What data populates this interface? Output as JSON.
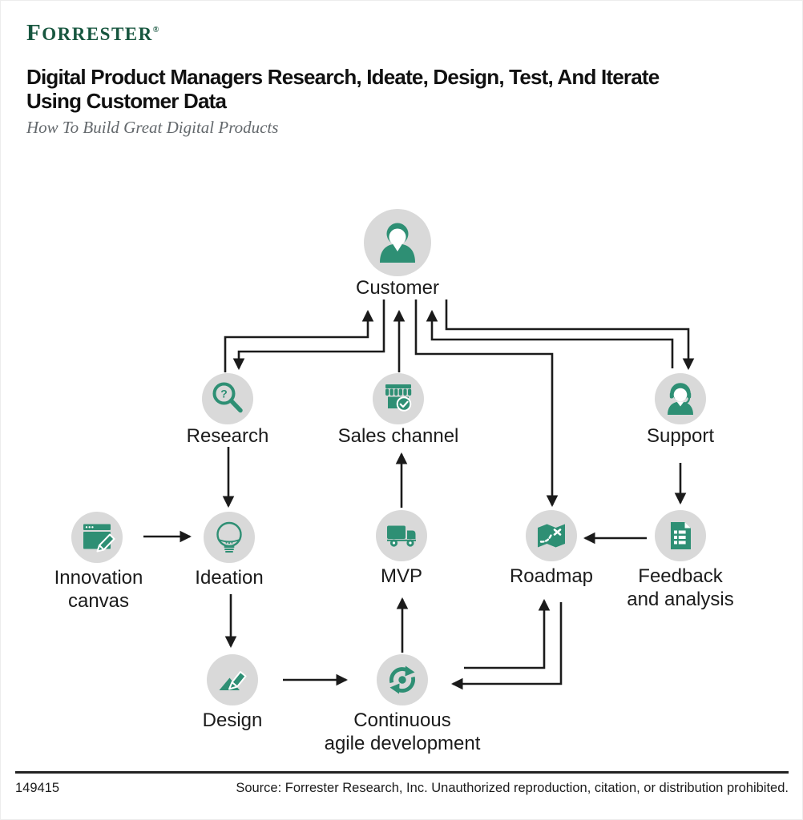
{
  "brand": {
    "logo_first_letter": "F",
    "logo_rest": "ORRESTER",
    "registered_mark": "®"
  },
  "header": {
    "title_line1": "Digital Product Managers Research, Ideate, Design, Test, And Iterate",
    "title_line2": "Using Customer Data",
    "subtitle": "How To Build Great Digital Products"
  },
  "colors": {
    "logo_green": "#17563f",
    "icon_green": "#2e8f74",
    "circle_gray": "#d9d9d9",
    "arrow_black": "#1b1b1b"
  },
  "diagram": {
    "nodes": {
      "customer": {
        "label": "Customer",
        "icon": "person-icon"
      },
      "research": {
        "label": "Research",
        "icon": "magnifier-question-icon",
        "glyph": "?"
      },
      "sales_channel": {
        "label": "Sales channel",
        "icon": "storefront-check-icon"
      },
      "support": {
        "label": "Support",
        "icon": "headset-agent-icon"
      },
      "innovation_canvas": {
        "label1": "Innovation",
        "label2": "canvas",
        "icon": "canvas-pencil-icon"
      },
      "ideation": {
        "label": "Ideation",
        "icon": "lightbulb-icon"
      },
      "mvp": {
        "label": "MVP",
        "icon": "delivery-truck-icon"
      },
      "roadmap": {
        "label": "Roadmap",
        "icon": "map-route-icon"
      },
      "feedback": {
        "label1": "Feedback",
        "label2": "and analysis",
        "icon": "document-list-icon"
      },
      "design": {
        "label": "Design",
        "icon": "pen-drafting-icon"
      },
      "cad": {
        "label1": "Continuous",
        "label2": "agile development",
        "icon": "sync-arrows-icon"
      }
    },
    "edges": [
      {
        "from": "research",
        "to": "customer"
      },
      {
        "from": "customer",
        "to": "research"
      },
      {
        "from": "sales_channel",
        "to": "customer"
      },
      {
        "from": "customer",
        "to": "roadmap"
      },
      {
        "from": "support",
        "to": "customer"
      },
      {
        "from": "customer",
        "to": "support"
      },
      {
        "from": "research",
        "to": "ideation"
      },
      {
        "from": "ideation",
        "to": "design"
      },
      {
        "from": "innovation_canvas",
        "to": "ideation"
      },
      {
        "from": "design",
        "to": "cad"
      },
      {
        "from": "cad",
        "to": "mvp"
      },
      {
        "from": "mvp",
        "to": "sales_channel"
      },
      {
        "from": "support",
        "to": "feedback"
      },
      {
        "from": "feedback",
        "to": "roadmap"
      },
      {
        "from": "cad",
        "to": "roadmap"
      },
      {
        "from": "roadmap",
        "to": "cad"
      }
    ]
  },
  "footer": {
    "doc_id": "149415",
    "source": "Source: Forrester Research, Inc. Unauthorized reproduction, citation, or distribution prohibited."
  }
}
